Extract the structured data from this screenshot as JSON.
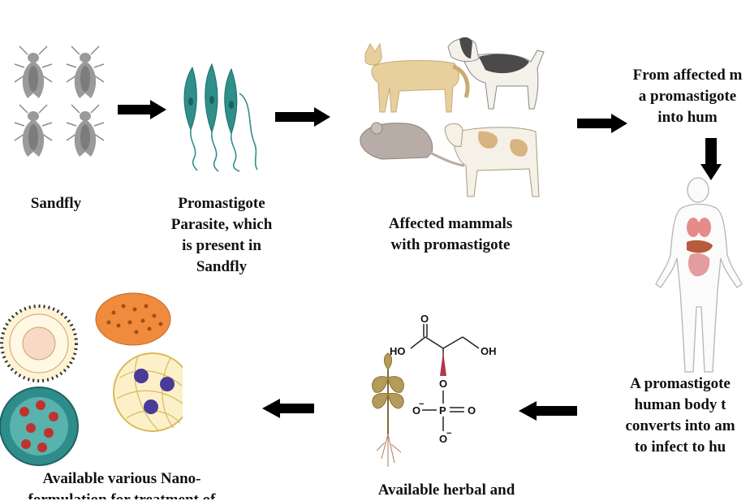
{
  "nodes": {
    "sandfly": {
      "lines": [
        "Sandfly"
      ]
    },
    "promastigote": {
      "lines": [
        "Promastigote",
        "Parasite, which",
        "is present in",
        "Sandfly"
      ]
    },
    "mammals": {
      "lines": [
        "Affected mammals",
        "with promastigote"
      ]
    },
    "transfer": {
      "lines": [
        "From affected m",
        "a promastigote",
        "into hum"
      ]
    },
    "human": {
      "lines": [
        "A promastigote",
        "human body t",
        "converts into am",
        "to infect to hu"
      ]
    },
    "herbal": {
      "lines": [
        "Available herbal and"
      ]
    },
    "nano": {
      "lines": [
        "Available various Nano-",
        "formulation for treatment of"
      ]
    }
  },
  "molecule": {
    "ho_left": "HO",
    "oh_right": "OH",
    "o_top": "O",
    "o_mid": "O",
    "o_minus_left": "O",
    "p": "P",
    "o_right": "O",
    "o_minus_bottom": "O",
    "charge": "−"
  },
  "colors": {
    "arrow": "#000000",
    "fly": "#9a9a9a",
    "parasite": "#2f8f8a",
    "cat": "#e8cf9e",
    "rat": "#b7ada6",
    "cow_spot": "#d7b480",
    "nano_orange": "#f08a3c",
    "nano_teal": "#2e8c8a",
    "nano_purple": "#4a3a9a",
    "plant": "#b59b5a"
  }
}
